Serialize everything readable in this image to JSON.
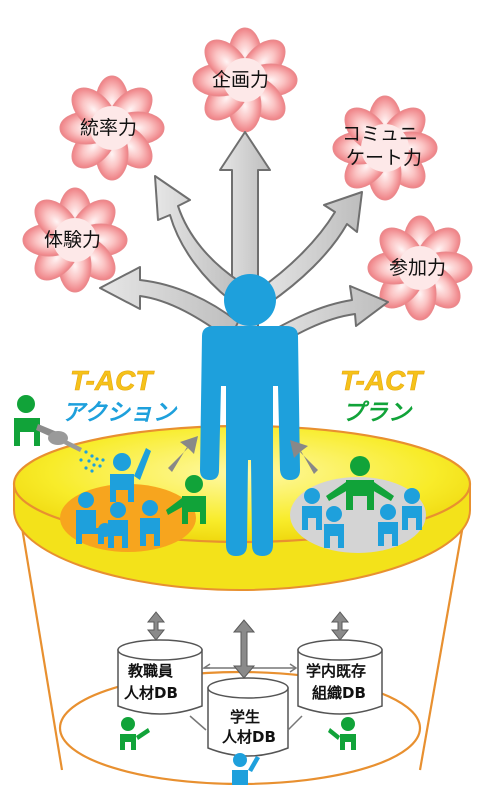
{
  "flowers": [
    {
      "id": "kikaku",
      "label": "企画力"
    },
    {
      "id": "tosotsu",
      "label": "統率力"
    },
    {
      "id": "comm",
      "label_line1": "コミュニ",
      "label_line2": "ケート力"
    },
    {
      "id": "taiken",
      "label": "体験力"
    },
    {
      "id": "sanka",
      "label": "参加力"
    }
  ],
  "action": {
    "brand": "T-ACT",
    "sub": "アクション"
  },
  "plan": {
    "brand": "T-ACT",
    "sub": "プラン"
  },
  "databases": [
    {
      "id": "staff",
      "line1": "教職員",
      "line2": "人材DB"
    },
    {
      "id": "student",
      "line1": "学生",
      "line2": "人材DB"
    },
    {
      "id": "org",
      "line1": "学内既存",
      "line2": "組織DB"
    }
  ],
  "colors": {
    "petal": "#f08a8c",
    "petal_center": "#fde6e6",
    "person_blue": "#1ea0dc",
    "person_green": "#11a339",
    "disc_yellow": "#f6ea1f",
    "pot_orange": "#e89030",
    "arrow_gray": "#8c8c8c",
    "action_orange": "#f7a51e",
    "plan_gray": "#d9d9d9",
    "tact_yellow": "#f5c21a",
    "action_blue": "#1ea0dc",
    "plan_green": "#11a339"
  }
}
